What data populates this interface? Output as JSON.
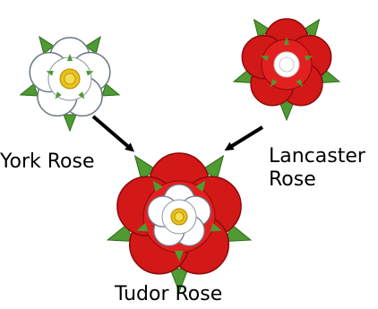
{
  "labels": {
    "york": "York Rose",
    "lancaster_line1": "Lancaster",
    "lancaster_line2": "Rose",
    "tudor": "Tudor Rose"
  },
  "colors": {
    "white_petal": "#ffffff",
    "red_petal": "#d31818",
    "red_dark": "#9a0d0d",
    "sepal": "#4f9a32",
    "center_gold": "#e8c21a",
    "arrow": "#000000"
  },
  "icons": [
    "york-rose-icon",
    "lancaster-rose-icon",
    "tudor-rose-icon",
    "arrow-icon"
  ]
}
